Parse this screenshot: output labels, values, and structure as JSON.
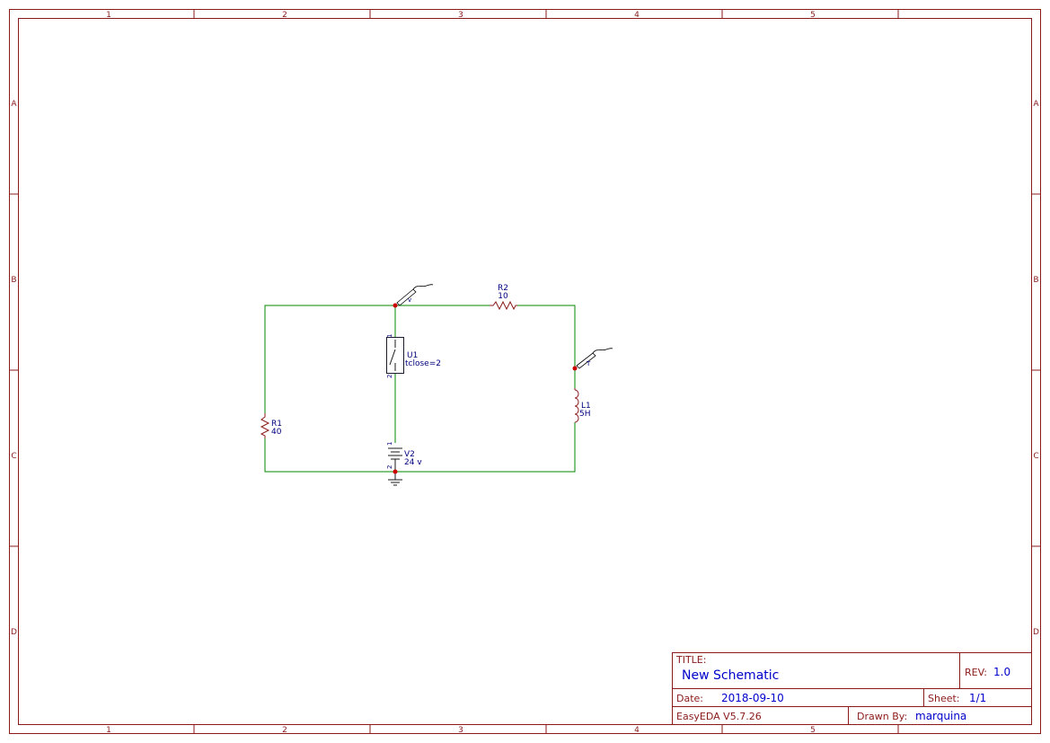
{
  "frame": {
    "columns": [
      "1",
      "2",
      "3",
      "4",
      "5"
    ],
    "rows": [
      "A",
      "B",
      "C",
      "D"
    ]
  },
  "components": {
    "r1": {
      "ref": "R1",
      "value": "40"
    },
    "r2": {
      "ref": "R2",
      "value": "10"
    },
    "u1": {
      "ref": "U1",
      "value": "tclose=2",
      "pin1": "1",
      "pin2": "2"
    },
    "v2": {
      "ref": "V2",
      "value": "24 v",
      "pin1": "1",
      "pin2": "2"
    },
    "l1": {
      "ref": "L1",
      "value": "5H"
    }
  },
  "probes": {
    "probe1": "v",
    "probe2": "T"
  },
  "title_block": {
    "title_label": "TITLE:",
    "title": "New Schematic",
    "rev_label": "REV:",
    "rev": "1.0",
    "date_label": "Date:",
    "date": "2018-09-10",
    "sheet_label": "Sheet:",
    "sheet": "1/1",
    "software": "EasyEDA V5.7.26",
    "drawn_label": "Drawn By:",
    "drawn_by": "marquina"
  },
  "colors": {
    "frame": "#8b1a1a",
    "wire": "#008800",
    "label": "#000080",
    "junction": "#cc0000",
    "title_value": "#0000cc"
  }
}
